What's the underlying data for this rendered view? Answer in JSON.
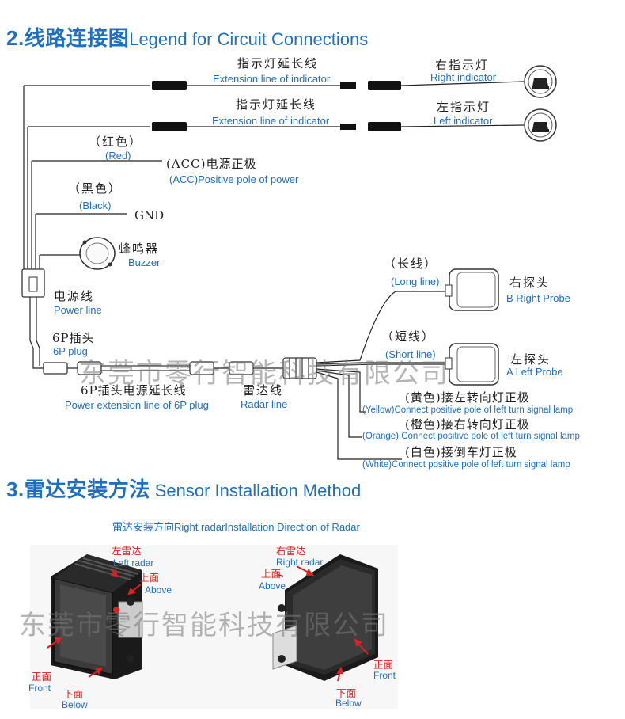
{
  "section2": {
    "num": "2.",
    "title_cn": "线路连接图",
    "title_en": "Legend for Circuit Connections"
  },
  "ext1": {
    "cn": "指示灯延长线",
    "en": "Extension line of indicator"
  },
  "ext2": {
    "cn": "指示灯延长线",
    "en": "Extension line of indicator"
  },
  "right_ind": {
    "cn": "右指示灯",
    "en": "Right indicator"
  },
  "left_ind": {
    "cn": "左指示灯",
    "en": "Left indicator"
  },
  "red": {
    "cn": "（红色）",
    "en": "(Red)"
  },
  "acc": {
    "cn": "(ACC)电源正极",
    "en": "(ACC)Positive pole of power"
  },
  "black": {
    "cn": "（黑色）",
    "en": "(Black)"
  },
  "gnd": "GND",
  "buzzer": {
    "cn": "蜂鸣器",
    "en": "Buzzer"
  },
  "power": {
    "cn": "电源线",
    "en": "Power line"
  },
  "plug": {
    "cn": "6P插头",
    "en": "6P plug"
  },
  "ext6p": {
    "cn": "6P插头电源延长线",
    "en": "Power extension line of 6P plug"
  },
  "radarline": {
    "cn": "雷达线",
    "en": "Radar line"
  },
  "longline": {
    "cn": "（长线）",
    "en": "(Long line)"
  },
  "shortline": {
    "cn": "（短线）",
    "en": "(Short line)"
  },
  "bprobe": {
    "cn": "右探头",
    "en": "B Right Probe"
  },
  "aprobe": {
    "cn": "左探头",
    "en": "A Left Probe"
  },
  "yellow": {
    "cn": "(黄色)接左转向灯正极",
    "en": "(Yellow)Connect positive pole of left turn signal lamp"
  },
  "orange": {
    "cn": "(橙色)接右转向灯正极",
    "en": "(Orange) Connect positive pole of left turn signal lamp"
  },
  "white": {
    "cn": "(白色)接倒车灯正极",
    "en": "(White)Connect positive pole of left turn signal lamp"
  },
  "watermark": "东莞市零行智能科技有限公司",
  "section3": {
    "num": "3.",
    "title_cn": "雷达安装方法",
    "title_en": "Sensor Installation Method"
  },
  "install_dir": "雷达安装方向Right radarInstallation Direction of Radar",
  "left_radar": {
    "cn": "左雷达",
    "en": "Left radar"
  },
  "right_radar": {
    "cn": "右雷达",
    "en": "Right radar"
  },
  "above": {
    "cn": "上面",
    "en": "Above"
  },
  "front": {
    "cn": "正面",
    "en": "Front"
  },
  "below": {
    "cn": "下面",
    "en": "Below"
  },
  "colors": {
    "accent": "#1f6fc0",
    "red": "#e02020",
    "wire": "#222222"
  }
}
